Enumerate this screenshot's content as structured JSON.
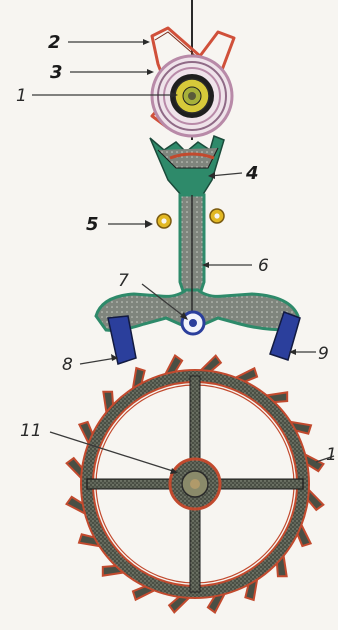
{
  "diagram": {
    "labels": [
      {
        "id": "label-1",
        "text": "1"
      },
      {
        "id": "label-2",
        "text": "2"
      },
      {
        "id": "label-3",
        "text": "3"
      },
      {
        "id": "label-4",
        "text": "4"
      },
      {
        "id": "label-5",
        "text": "5"
      },
      {
        "id": "label-6",
        "text": "6"
      },
      {
        "id": "label-7",
        "text": "7"
      },
      {
        "id": "label-8",
        "text": "8"
      },
      {
        "id": "label-9",
        "text": "9"
      },
      {
        "id": "label-10",
        "text": "1"
      },
      {
        "id": "label-11",
        "text": "11"
      }
    ],
    "colors": {
      "background": "#f7f5f1",
      "ink": "#1f1f1f",
      "balance_rim": "#d0503a",
      "hairspring": "#b88aa8",
      "pivot_yellow": "#e8d84a",
      "fork_green": "#2e8a6a",
      "fork_body": "#8a8f88",
      "pallet_blue": "#2b3f9c",
      "jewel_gold": "#e2b823",
      "wheel_red": "#c24a2e",
      "wheel_dark": "#3a3f35"
    },
    "icons": [
      "balance-wheel-icon",
      "hairspring-icon",
      "pallet-fork-icon",
      "escape-wheel-icon"
    ]
  }
}
